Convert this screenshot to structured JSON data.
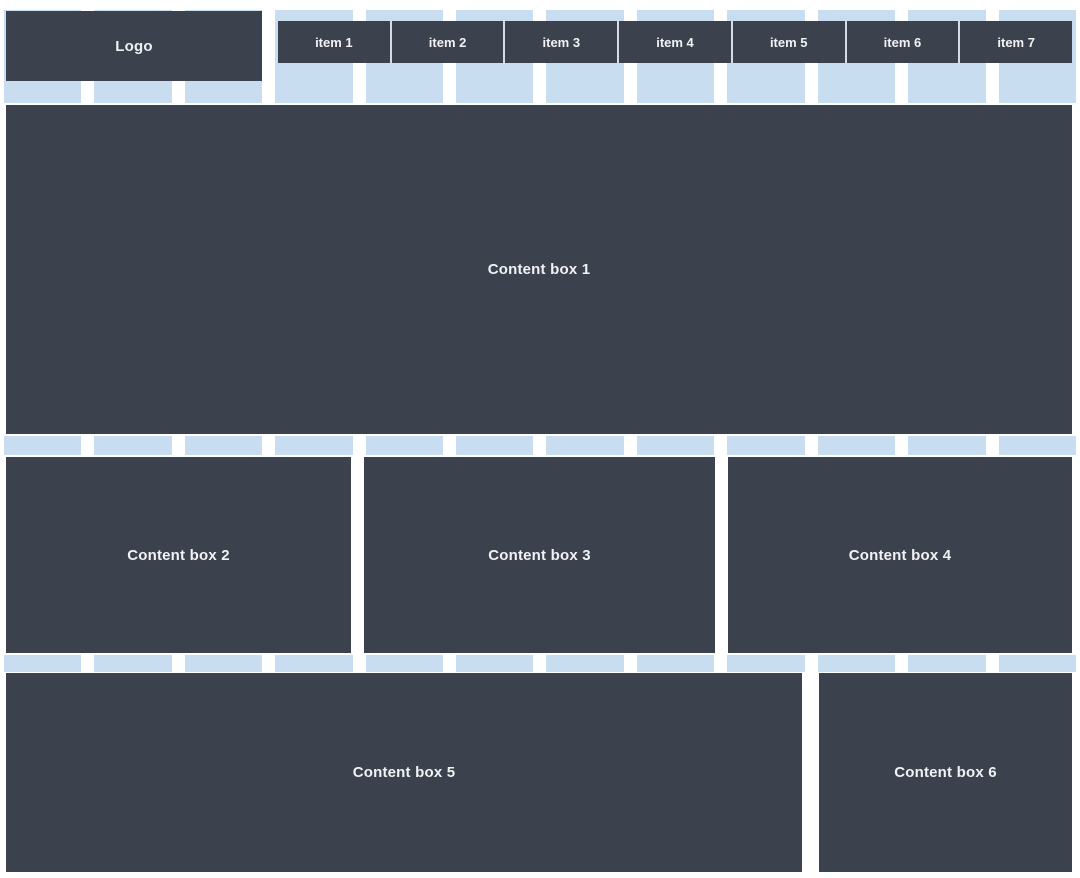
{
  "colors": {
    "background": "#ffffff",
    "box_dark": "#3b424d",
    "grid_column_blue": "#c9ddf1",
    "nav_divider": "#d6dce2",
    "label_text": "#f0f2f4"
  },
  "grid": {
    "column_count": 12
  },
  "logo": {
    "label": "Logo"
  },
  "nav": {
    "items": [
      "item 1",
      "item 2",
      "item 3",
      "item 4",
      "item 5",
      "item 6",
      "item 7"
    ]
  },
  "content_boxes": [
    {
      "label": "Content box 1"
    },
    {
      "label": "Content box 2"
    },
    {
      "label": "Content box 3"
    },
    {
      "label": "Content box 4"
    },
    {
      "label": "Content box 5"
    },
    {
      "label": "Content box 6"
    }
  ]
}
